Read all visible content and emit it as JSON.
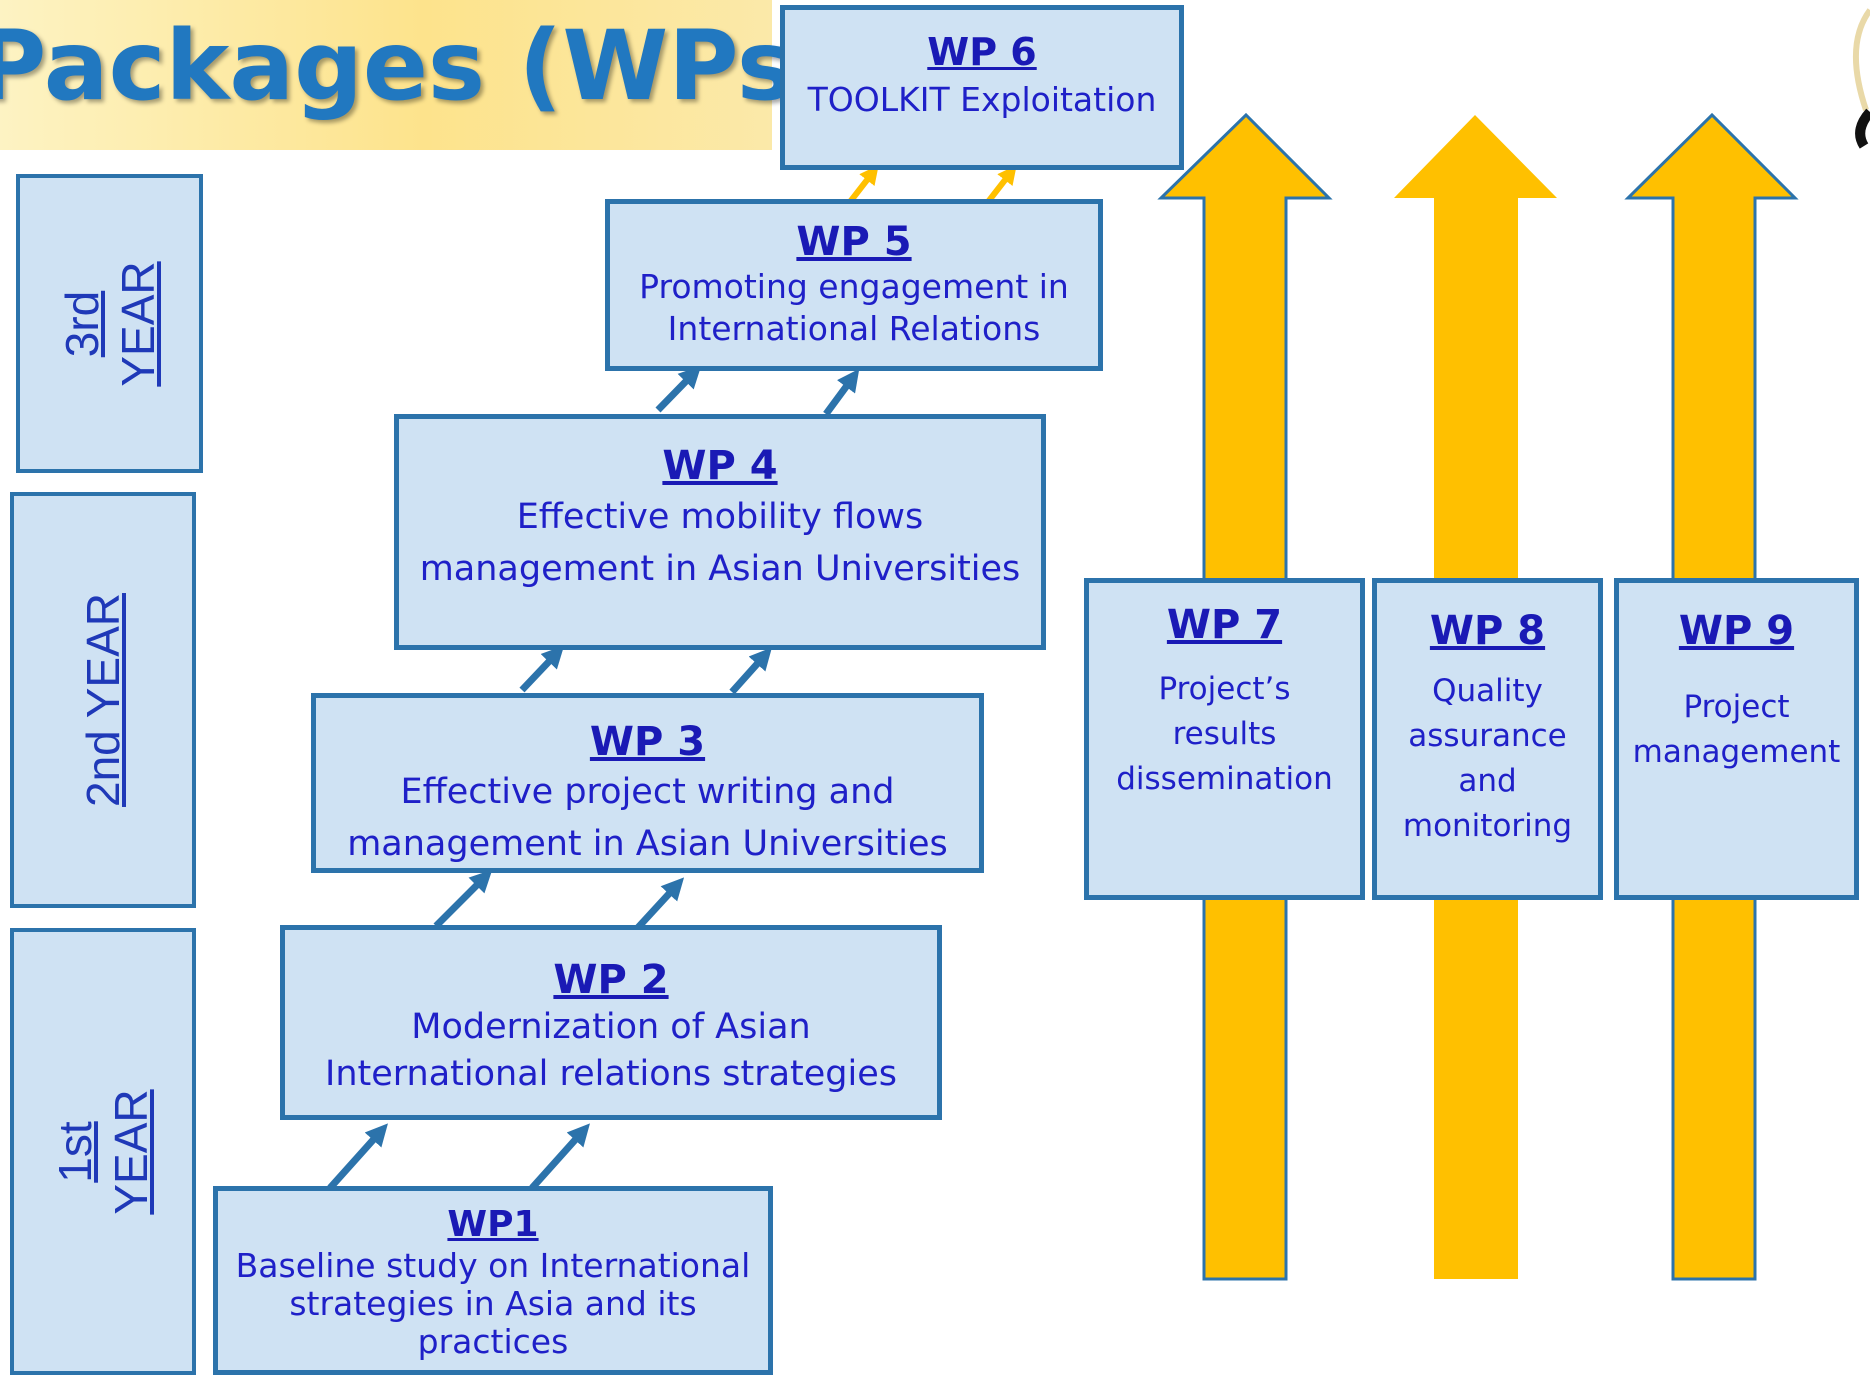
{
  "header": {
    "title": "Packages (WPs)"
  },
  "years": {
    "third": [
      "3rd",
      "YEAR"
    ],
    "second": "2nd  YEAR",
    "first": [
      "1st",
      "YEAR"
    ]
  },
  "work_packages": {
    "wp1": {
      "title": "WP1",
      "description_lines": [
        "Baseline study on International",
        "strategies in Asia and its",
        "practices"
      ]
    },
    "wp2": {
      "title": "WP 2",
      "description_lines": [
        "Modernization of Asian",
        "International relations strategies"
      ]
    },
    "wp3": {
      "title": "WP 3",
      "description_lines": [
        "Effective project writing and",
        "management in Asian Universities"
      ]
    },
    "wp4": {
      "title": "WP 4",
      "description_lines": [
        "Effective mobility flows",
        "management in Asian Universities"
      ]
    },
    "wp5": {
      "title": "WP 5",
      "description_lines": [
        "Promoting engagement in",
        "International Relations"
      ]
    },
    "wp6": {
      "title": "WP 6",
      "description_lines": [
        "TOOLKIT Exploitation"
      ]
    },
    "wp7": {
      "title": "WP 7",
      "description_lines": [
        "Project’s",
        "results",
        "dissemination"
      ]
    },
    "wp8": {
      "title": "WP 8",
      "description_lines": [
        "Quality",
        "assurance",
        "and",
        "monitoring"
      ]
    },
    "wp9": {
      "title": "WP 9",
      "description_lines": [
        "Project",
        "management"
      ]
    }
  },
  "colors": {
    "box_fill": "#cfe2f3",
    "box_border": "#2c73ab",
    "title_blue": "#2178c0",
    "text_blue": "#1f20c8",
    "arrow_gold": "#ffc000",
    "arrow_blue": "#2c73ab"
  }
}
